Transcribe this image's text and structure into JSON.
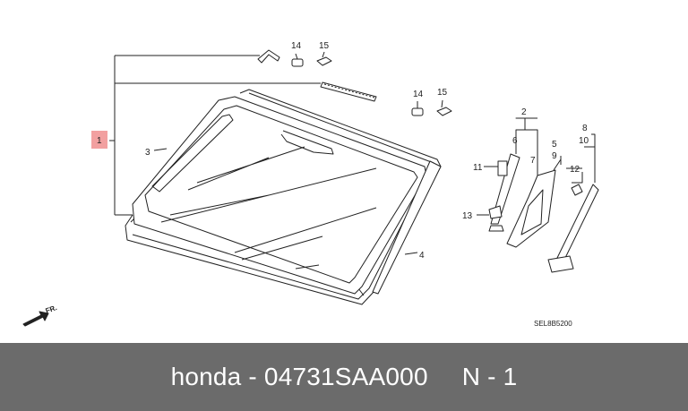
{
  "callouts": {
    "c1": "1",
    "c2": "2",
    "c3": "3",
    "c4": "4",
    "c5": "5",
    "c6": "6",
    "c7": "7",
    "c8": "8",
    "c9": "9",
    "c10": "10",
    "c11": "11",
    "c12": "12",
    "c13": "13",
    "c14a": "14",
    "c15a": "15",
    "c14b": "14",
    "c15b": "15"
  },
  "diagram_code": "SEL8B5200",
  "direction_marker": "FR.",
  "footer": {
    "brand": "honda",
    "separator": " - ",
    "part_number": "04731SAA000",
    "qty_label": "N - 1"
  },
  "colors": {
    "footer_bg": "#6b6b6b",
    "highlight_box": "#f2a0a0",
    "line": "#222222"
  }
}
